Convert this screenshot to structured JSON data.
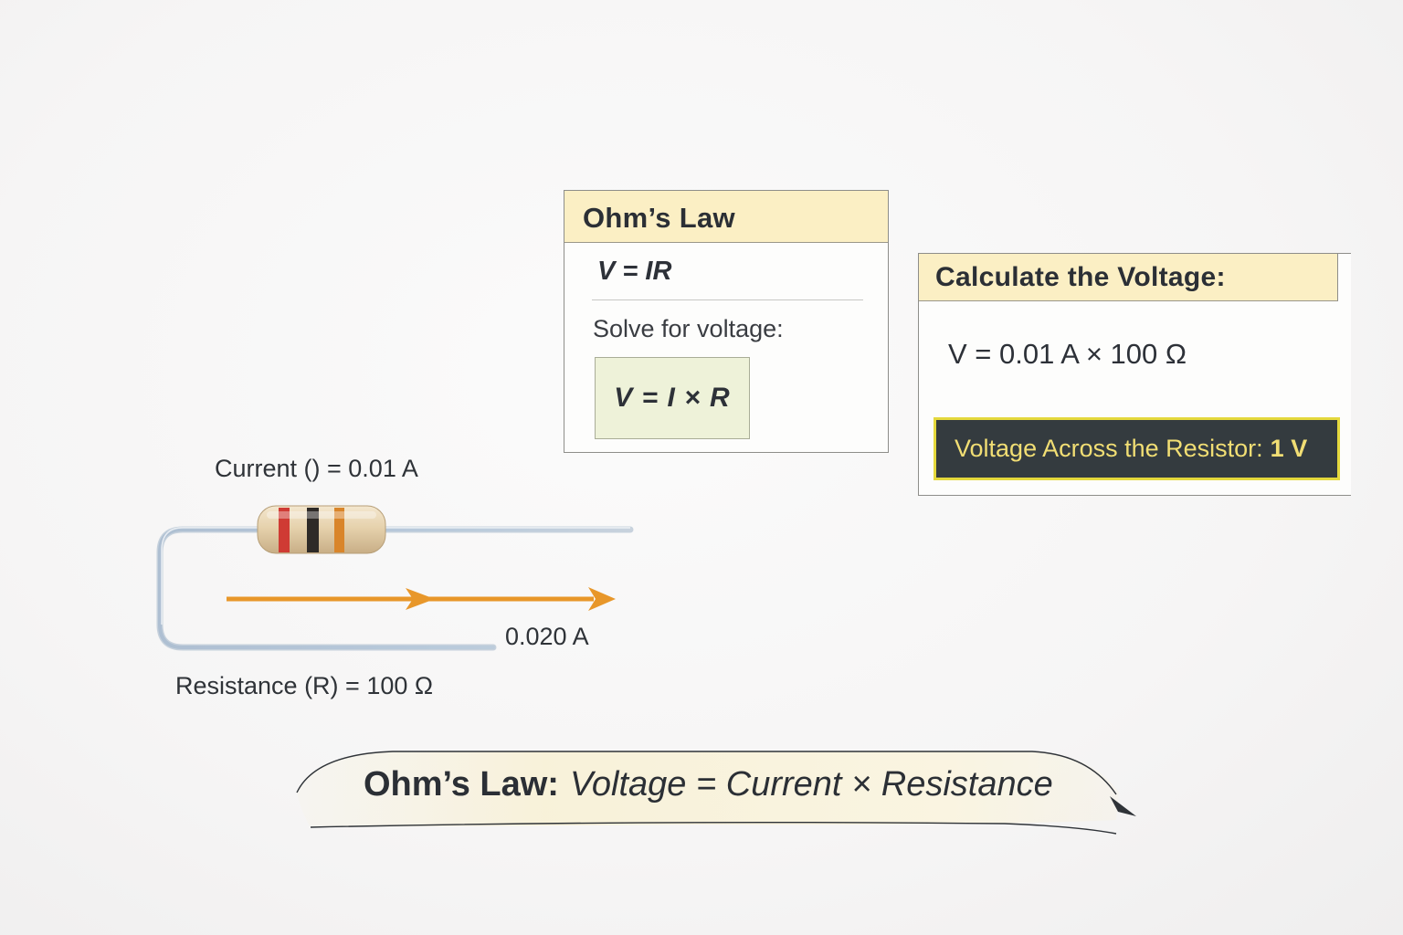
{
  "ohm_card": {
    "title": "Ohm’s Law",
    "formula": "V = IR",
    "solve_label": "Solve for voltage:",
    "solve_formula": "V = I × R"
  },
  "calc_card": {
    "title": "Calculate the Voltage:",
    "formula": "V = 0.01 A × 100 Ω",
    "result_label": "Voltage Across the Resistor:",
    "result_value": "1 V"
  },
  "circuit": {
    "current_label": "Current () = 0.01 A",
    "arrow_value": "0.020 A",
    "resistance_label": "Resistance (R) = 100 Ω",
    "resistor_bands": [
      "#cf3b34",
      "#2e2a27",
      "#d9852a"
    ]
  },
  "banner": {
    "prefix": "Ohm’s Law:",
    "equation": "Voltage = Current × Resistance"
  },
  "colors": {
    "header_fill": "#fbefc4",
    "result_bg": "#343b3f",
    "result_border": "#e4d83c",
    "result_text": "#f1de74",
    "current_arrow": "#e8972a",
    "wire": "#b9cadb"
  }
}
